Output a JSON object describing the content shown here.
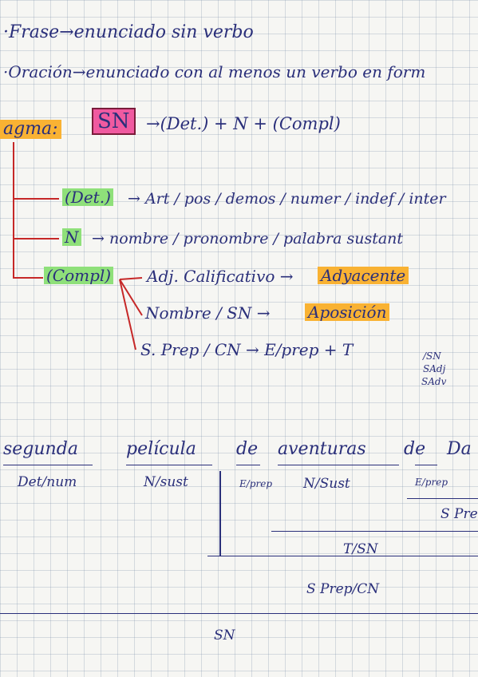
{
  "defs": {
    "frase": "·Frase→enunciado sin verbo",
    "oracion": "·Oración→enunciado con al menos un verbo en form"
  },
  "sintagma": {
    "label": "agma:",
    "sn": "SN",
    "formula": "→(Det.) + N + (Compl)"
  },
  "branches": {
    "det_label": "(Det.)",
    "det_text": "→ Art / pos / demos / numer / indef / inter",
    "n_label": "N",
    "n_text": "→ nombre / pronombre / palabra sustant",
    "compl_label": "(Compl)"
  },
  "compl": {
    "adj": "Adj. Calificativo →",
    "adj_result": "Adyacente",
    "nombre": "Nombre / SN →",
    "nombre_result": "Aposición",
    "sprep": "S. Prep / CN → E/prep + T",
    "t_sub": "/SN",
    "t_sub2": "SAdj",
    "t_sub3": "SAdv"
  },
  "analysis": {
    "words": [
      "segunda",
      "película",
      "de",
      "aventuras",
      "de",
      "Da"
    ],
    "tags": [
      "Det/num",
      "N/sust",
      "E/prep",
      "N/Sust",
      "E/prep"
    ],
    "sprep_partial": "S Pre",
    "t_sn": "T/SN",
    "sprep_cn": "S Prep/CN",
    "sn": "SN"
  }
}
